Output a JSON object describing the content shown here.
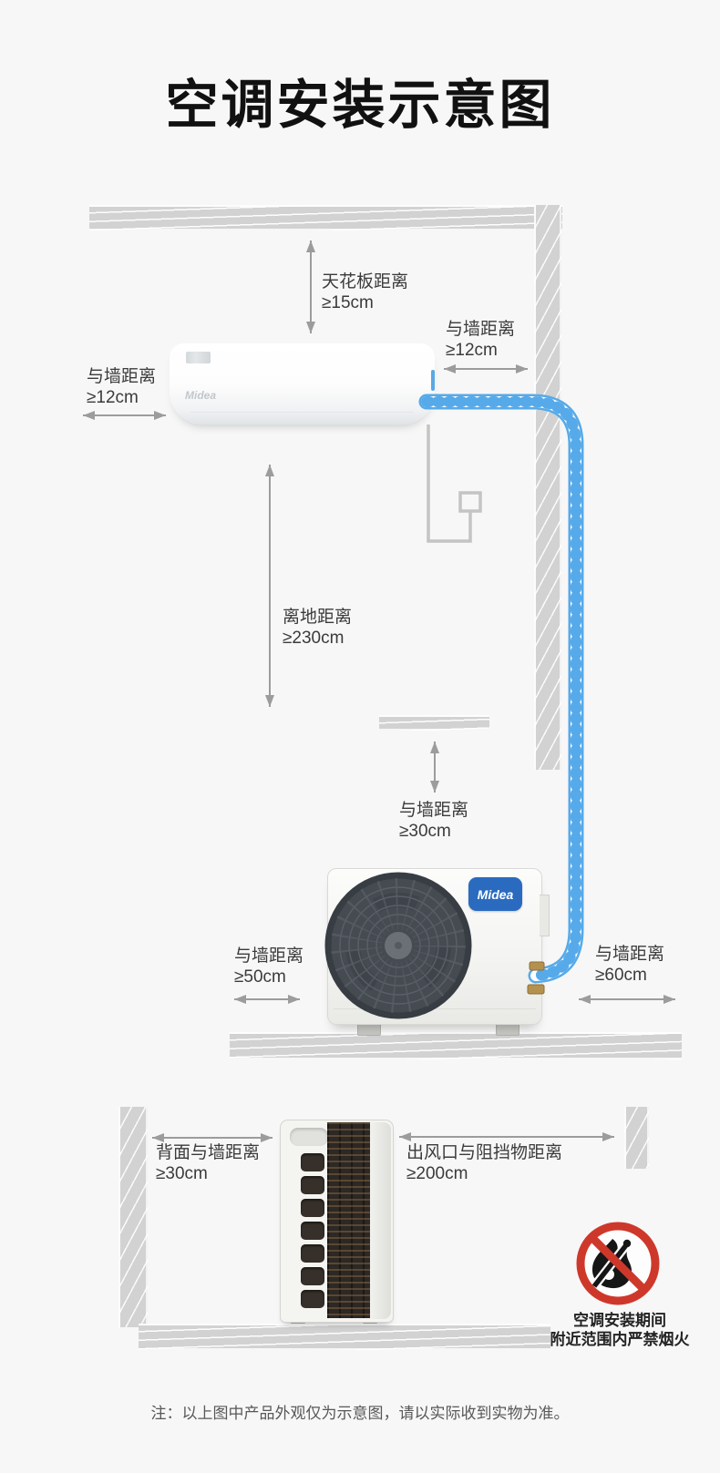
{
  "title": "空调安装示意图",
  "brand": {
    "name": "Midea"
  },
  "colors": {
    "pipe_blue": "#57aae9",
    "brand_blue": "#2a6bbf",
    "warning_red": "#ce382b",
    "wall_gray": "#d2d2d2",
    "arrow_gray": "#9c9c9c"
  },
  "diagram": {
    "indoor": {
      "ceiling": {
        "label": "天花板距离",
        "value": "≥15cm"
      },
      "left": {
        "label": "与墙距离",
        "value": "≥12cm"
      },
      "right": {
        "label": "与墙距离",
        "value": "≥12cm"
      },
      "floor": {
        "label": "离地距离",
        "value": "≥230cm"
      }
    },
    "outdoor": {
      "top": {
        "label": "与墙距离",
        "value": "≥30cm"
      },
      "left": {
        "label": "与墙距离",
        "value": "≥50cm"
      },
      "right": {
        "label": "与墙距离",
        "value": "≥60cm"
      }
    },
    "side": {
      "back": {
        "label": "背面与墙距离",
        "value": "≥30cm"
      },
      "front": {
        "label": "出风口与阻挡物距离",
        "value": "≥200cm"
      }
    }
  },
  "warning": {
    "line1": "空调安装期间",
    "line2": "附近范围内严禁烟火"
  },
  "note": "注：以上图中产品外观仅为示意图，请以实际收到实物为准。"
}
